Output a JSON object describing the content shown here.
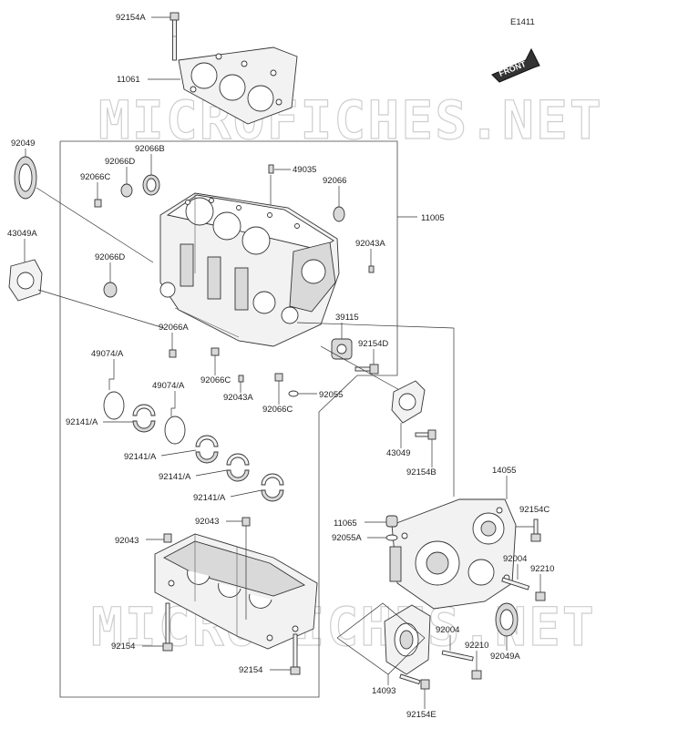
{
  "diagram_code": "E1411",
  "front_label": "FRONT",
  "watermark": "MICROFICHES.NET",
  "labels": {
    "p92154A": "92154A",
    "p11061": "11061",
    "p92049": "92049",
    "p92066B": "92066B",
    "p92066D_top": "92066D",
    "p92066C_top": "92066C",
    "p49035": "49035",
    "p92066": "92066",
    "p11005": "11005",
    "p43049A": "43049A",
    "p92043A_top": "92043A",
    "p92066D_left": "92066D",
    "p39115": "39115",
    "p92154D": "92154D",
    "p92066A": "92066A",
    "p49074A_1": "49074/A",
    "p49074A_2": "49074/A",
    "p92066C_mid": "92066C",
    "p92043A_mid": "92043A",
    "p92066C_low": "92066C",
    "p92055": "92055",
    "p92141A_1": "92141/A",
    "p92141A_2": "92141/A",
    "p92141A_3": "92141/A",
    "p92141A_4": "92141/A",
    "p43049": "43049",
    "p92154B": "92154B",
    "p14055": "14055",
    "p92154C": "92154C",
    "p11065": "11065",
    "p92055A": "92055A",
    "p92043_left": "92043",
    "p92043_mid": "92043",
    "p92004_right": "92004",
    "p92210_right": "92210",
    "p92004_low": "92004",
    "p92210_low": "92210",
    "p92049A": "92049A",
    "p92154_left": "92154",
    "p92154_mid": "92154",
    "p14093": "14093",
    "p92154E": "92154E"
  }
}
